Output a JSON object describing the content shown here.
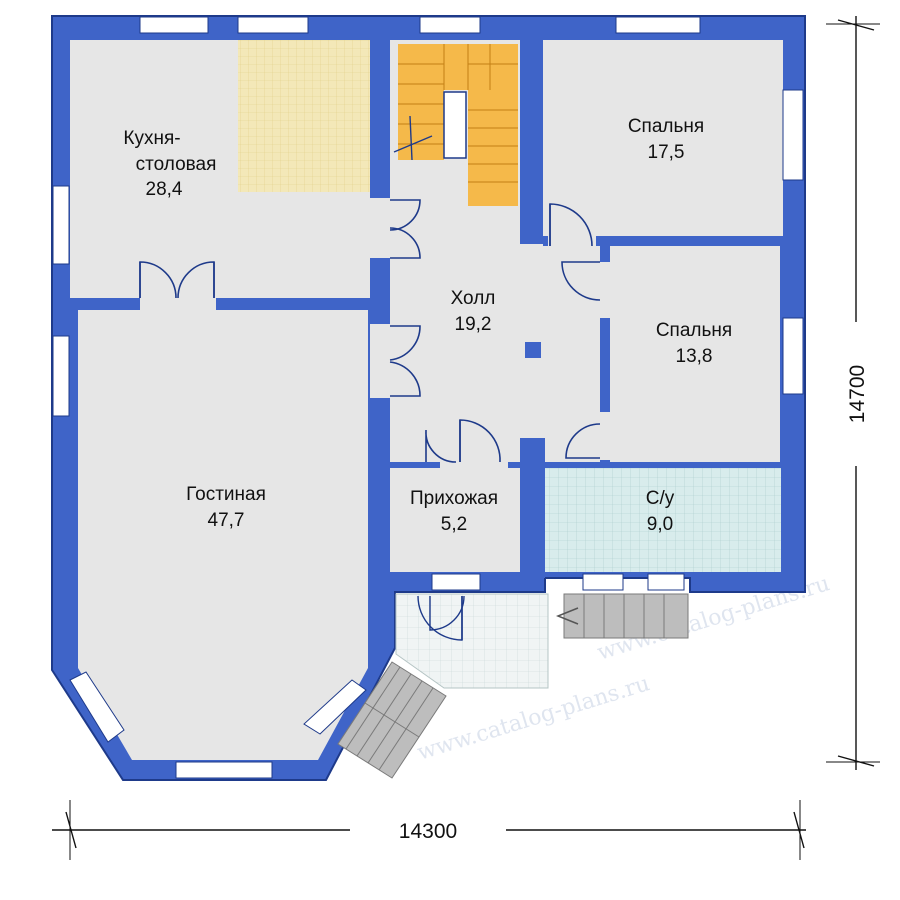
{
  "colors": {
    "wall": "#3f64c8",
    "wall_edge": "#1e3a8a",
    "floor": "#e6e6e6",
    "kitchen_tile": "#f3e8b8",
    "stair": "#f5b94a",
    "bath_tile": "#d8ecec",
    "porch_tile": "#f0f4f4",
    "chimney": "#8a2020",
    "steps": "#bdbdbd",
    "window": "#ffffff"
  },
  "rooms": {
    "kitchen": {
      "name": "Кухня-\nстоловая",
      "area": "28,4"
    },
    "bedroom_top": {
      "name": "Спальня",
      "area": "17,5"
    },
    "bedroom_mid": {
      "name": "Спальня",
      "area": "13,8"
    },
    "hall": {
      "name": "Холл",
      "area": "19,2"
    },
    "living": {
      "name": "Гостиная",
      "area": "47,7"
    },
    "entry": {
      "name": "Прихожая",
      "area": "5,2"
    },
    "bathroom": {
      "name": "С/у",
      "area": "9,0"
    }
  },
  "dimensions": {
    "width": "14300",
    "height": "14700"
  },
  "watermark": "www.catalog-plans.ru"
}
